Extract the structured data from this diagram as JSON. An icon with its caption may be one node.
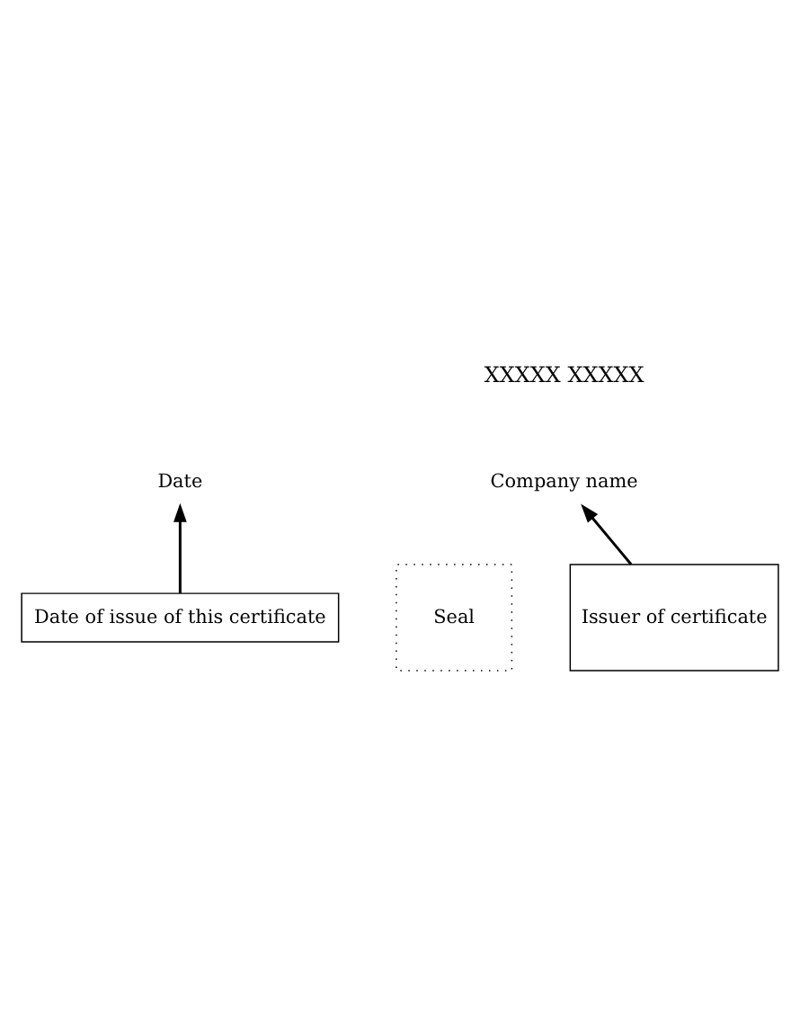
{
  "diagram": {
    "nodes": [
      {
        "text": [
          "Date"
        ]
      },
      {
        "text": [
          "Date of issue of this certificate"
        ]
      },
      {
        "text": [
          "Company name"
        ]
      },
      {
        "text": [
          "Seal"
        ]
      },
      {
        "text": [
          "Issuer of certificate"
        ]
      }
    ],
    "edges": [
      {
        "from": 1,
        "to": 0,
        "arrow": "to"
      },
      {
        "from": 4,
        "to": 2,
        "arrow": "to"
      }
    ],
    "labels": [
      "XXXXX XXXXX"
    ]
  }
}
